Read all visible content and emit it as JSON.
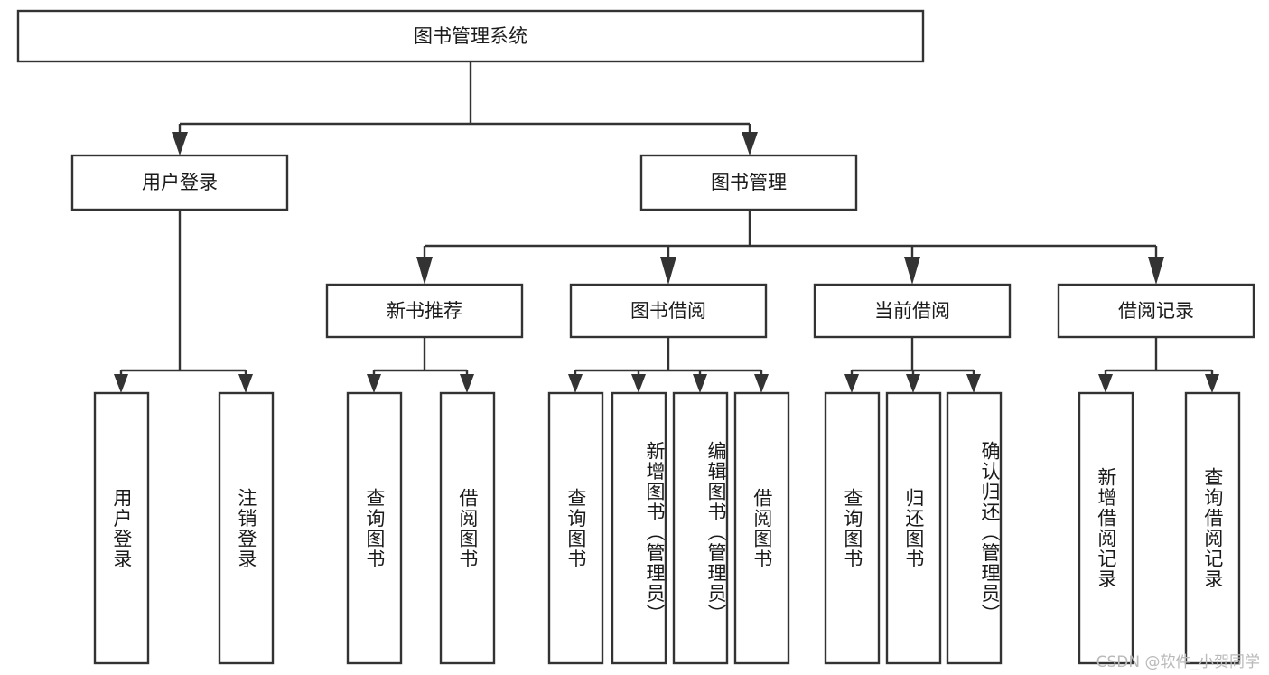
{
  "diagram": {
    "title": "图书管理系统",
    "type": "tree-hierarchy",
    "watermark": "CSDN @软件_小贺同学",
    "colors": {
      "stroke": "#333333",
      "fill": "#ffffff",
      "text": "#1a1a1a",
      "watermark": "#b9b9b9"
    },
    "levels": {
      "root": {
        "label": "图书管理系统"
      },
      "level2": [
        {
          "label": "用户登录"
        },
        {
          "label": "图书管理"
        }
      ],
      "level3": [
        {
          "label": "新书推荐"
        },
        {
          "label": "图书借阅"
        },
        {
          "label": "当前借阅"
        },
        {
          "label": "借阅记录"
        }
      ],
      "leaves_user_login": [
        {
          "label": "用户登录"
        },
        {
          "label": "注销登录"
        }
      ],
      "leaves_new_book": [
        {
          "label": "查询图书"
        },
        {
          "label": "借阅图书"
        }
      ],
      "leaves_book_borrow": [
        {
          "label": "查询图书"
        },
        {
          "label": "新增图书（管理员）"
        },
        {
          "label": "编辑图书（管理员）"
        },
        {
          "label": "借阅图书"
        }
      ],
      "leaves_current_borrow": [
        {
          "label": "查询图书"
        },
        {
          "label": "归还图书"
        },
        {
          "label": "确认归还（管理员）"
        }
      ],
      "leaves_borrow_record": [
        {
          "label": "新增借阅记录"
        },
        {
          "label": "查询借阅记录"
        }
      ]
    }
  }
}
